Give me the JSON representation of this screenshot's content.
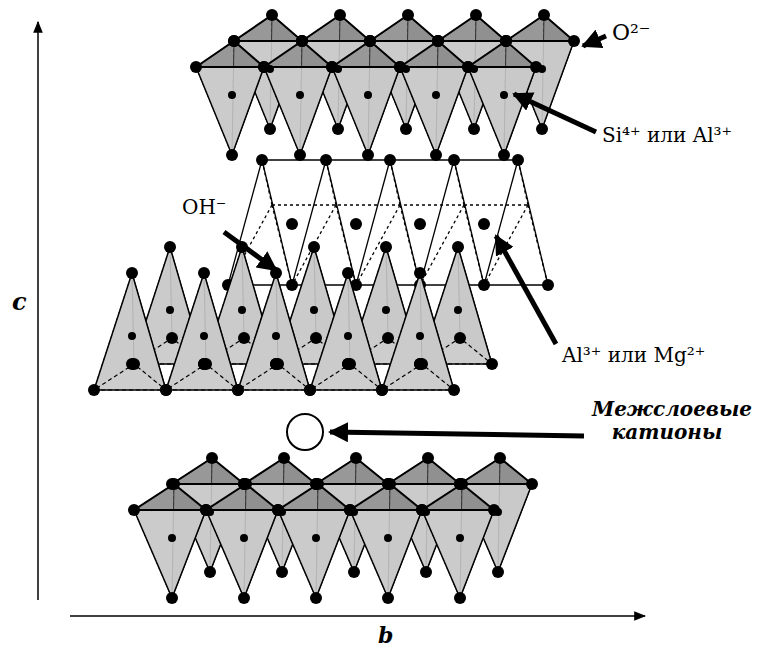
{
  "diagram": {
    "labels": [
      "O²⁻",
      "Si⁴⁺ или Al³⁺",
      "OH⁻",
      "Al³⁺ или Mg²⁺",
      "Межслоевые катионы",
      "c",
      "b"
    ]
  }
}
